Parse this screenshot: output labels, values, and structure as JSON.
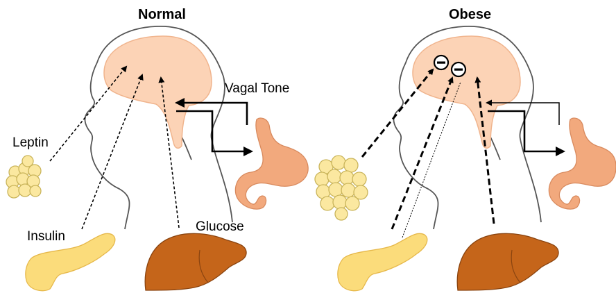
{
  "panels": {
    "normal": {
      "title": "Normal"
    },
    "obese": {
      "title": "Obese"
    }
  },
  "labels": {
    "leptin": "Leptin",
    "insulin": "Insulin",
    "glucose": "Glucose",
    "vagal_tone": "Vagal Tone"
  },
  "colors": {
    "brain": "#fcd3b6",
    "stomach": "#f2a97d",
    "liver": "#c5651a",
    "pancreas": "#fbdc7b",
    "fat": "#fbe8a0",
    "outline": "#555555"
  }
}
